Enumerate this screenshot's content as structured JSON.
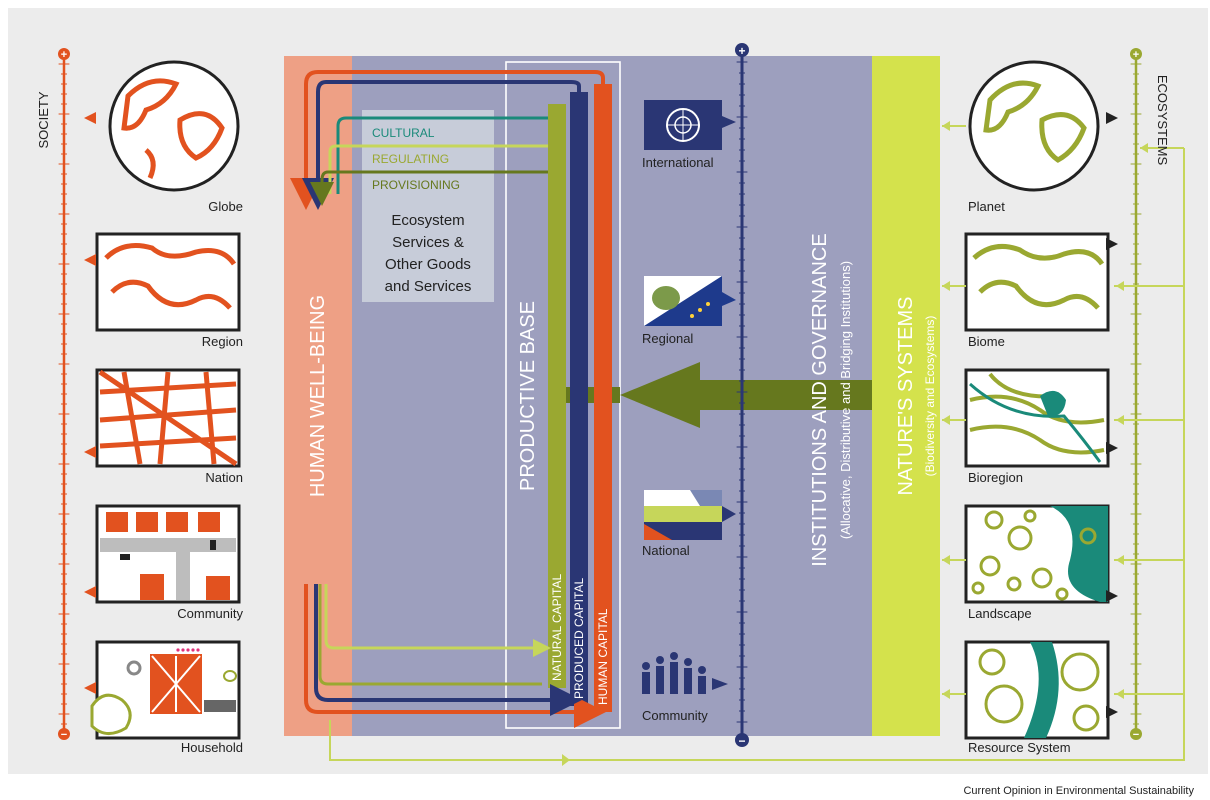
{
  "axes": {
    "society": "SOCIETY",
    "ecosystems": "ECOSYSTEMS",
    "plus": "+",
    "minus": "−"
  },
  "society_scales": [
    "Globe",
    "Region",
    "Nation",
    "Community",
    "Household"
  ],
  "ecosystem_scales": [
    "Planet",
    "Biome",
    "Bioregion",
    "Landscape",
    "Resource System"
  ],
  "governance_levels": [
    "International",
    "Regional",
    "National",
    "Community"
  ],
  "panels": {
    "human_wellbeing": "HUMAN WELL-BEING",
    "productive_base": "PRODUCTIVE BASE",
    "institutions": "INSTITUTIONS AND GOVERNANCE",
    "institutions_sub": "(Allocative, Distributive and Bridging Institutions)",
    "natures_systems": "NATURE'S SYSTEMS",
    "natures_sub": "(Biodiversity and Ecosystems)"
  },
  "services": {
    "cultural": "CULTURAL",
    "regulating": "REGULATING",
    "provisioning": "PROVISIONING",
    "box_lines": [
      "Ecosystem",
      "Services &",
      "Other Goods",
      "and Services"
    ]
  },
  "capitals": [
    "NATURAL CAPITAL",
    "PRODUCED CAPITAL",
    "HUMAN CAPITAL"
  ],
  "footer": "Current Opinion in Environmental Sustainability",
  "colors": {
    "orange": "#e2521f",
    "salmon": "#eea085",
    "lavender": "#9d9fbe",
    "navy": "#2a3674",
    "olive": "#9aa831",
    "dark_olive": "#66781e",
    "lime": "#d4e24c",
    "teal": "#1a8a7a",
    "light_green": "#c6d65a"
  }
}
